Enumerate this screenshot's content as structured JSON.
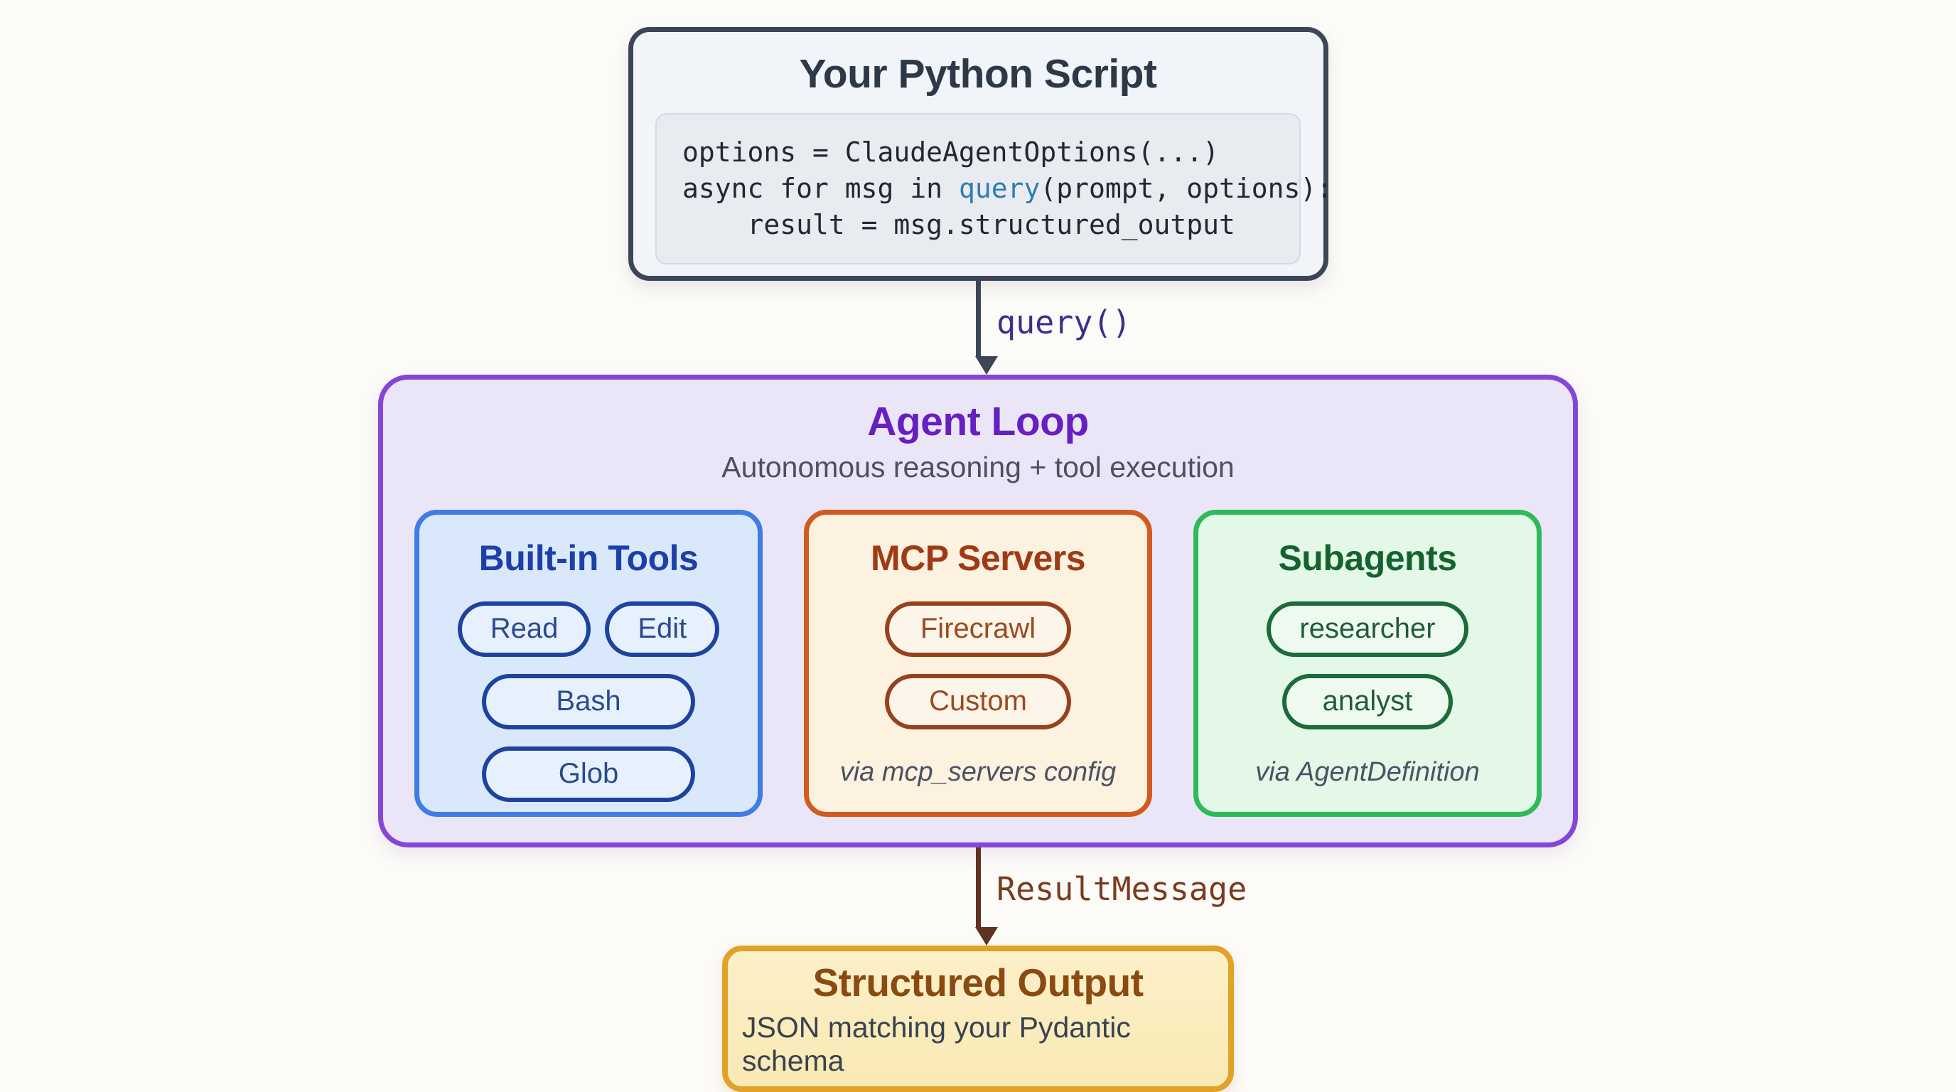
{
  "python_script": {
    "title": "Your Python Script",
    "code": {
      "line1": "options = ClaudeAgentOptions(...)",
      "line2_pre": "async for msg in ",
      "line2_fn": "query",
      "line2_post": "(prompt, options):",
      "line3": "    result = msg.structured_output"
    }
  },
  "arrows": {
    "query_label": "query()",
    "result_label": "ResultMessage"
  },
  "agent_loop": {
    "title": "Agent Loop",
    "subtitle": "Autonomous reasoning + tool execution",
    "cards": [
      {
        "title": "Built-in Tools",
        "pills": [
          "Read",
          "Edit",
          "Bash",
          "Glob"
        ],
        "footer": ""
      },
      {
        "title": "MCP Servers",
        "pills": [
          "Firecrawl",
          "Custom"
        ],
        "footer": "via mcp_servers config"
      },
      {
        "title": "Subagents",
        "pills": [
          "researcher",
          "analyst"
        ],
        "footer": "via AgentDefinition"
      }
    ]
  },
  "structured_output": {
    "title": "Structured Output",
    "subtitle": "JSON matching your Pydantic schema"
  },
  "colors": {
    "background": "#fcfbf8",
    "script_border": "#3c4656",
    "script_fill": "#f1f4f8",
    "code_fill": "#e8ecf1",
    "code_fn_blue": "#2e7cb3",
    "query_label_purple": "#3b2f8c",
    "loop_border": "#8446d8",
    "loop_fill": "#ebe6f7",
    "loop_title": "#6620c0",
    "blue_border": "#3f7de6",
    "blue_fill": "#d9e9fb",
    "blue_title": "#1d3faa",
    "orange_border": "#d2591f",
    "orange_fill": "#fdf1df",
    "orange_title": "#a03a16",
    "green_border": "#2eba58",
    "green_fill": "#e3f8e7",
    "green_title": "#14632f",
    "result_arrow_brown": "#5f3222",
    "result_label_brown": "#7a3b1e",
    "output_border": "#e2a127",
    "output_fill": "#fbedc2",
    "output_title": "#8a4a11"
  }
}
